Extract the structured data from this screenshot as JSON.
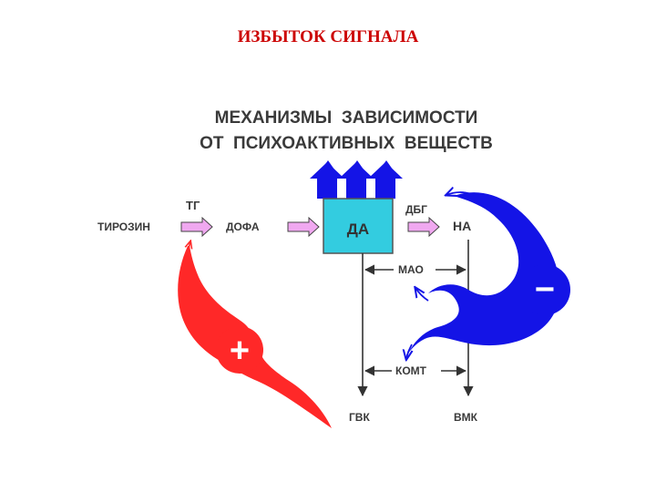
{
  "slide": {
    "title": "ИЗБЫТОК СИГНАЛА"
  },
  "diagram": {
    "heading_line1": "МЕХАНИЗМЫ  ЗАВИСИМОСТИ",
    "heading_line2": "ОТ  ПСИХОАКТИВНЫХ  ВЕЩЕСТВ",
    "nodes": {
      "tyrosine": "ТИРОЗИН",
      "dopa": "ДОФА",
      "da": "ДА",
      "na": "НА",
      "gvk": "ГВК",
      "vmk": "ВМК"
    },
    "enzymes": {
      "tg": "ТГ",
      "dbg": "ДБГ",
      "mao": "МАО",
      "komt": "КОМТ"
    },
    "signs": {
      "plus": "+",
      "minus": "−"
    },
    "colors": {
      "positive_feedback": "#ff2828",
      "negative_feedback": "#1414e6",
      "da_box": "#33cce0",
      "step_arrow": "#f0a8f0",
      "ink": "#333333"
    }
  }
}
